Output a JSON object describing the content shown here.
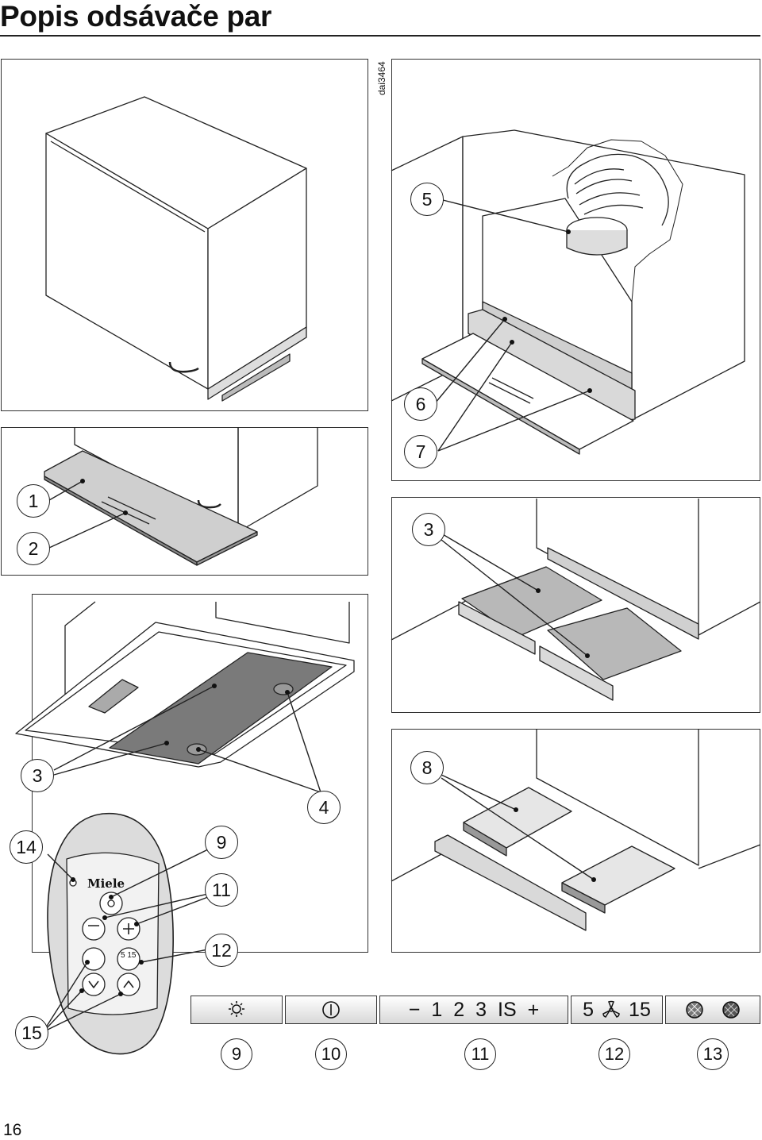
{
  "title": "Popis odsávače par",
  "drawing_code": "dai3464",
  "page_number": "16",
  "callouts": {
    "c1": "1",
    "c2": "2",
    "c3a": "3",
    "c3b": "3",
    "c4": "4",
    "c5": "5",
    "c6": "6",
    "c7": "7",
    "c8": "8",
    "c9": "9",
    "c11": "11",
    "c12": "12",
    "c14": "14",
    "c15": "15"
  },
  "remote": {
    "brand": "Miele",
    "fan_levels": "5 15"
  },
  "control_strip": {
    "light_icon": "light-icon",
    "power_icon": "power-icon",
    "fan_minus": "−",
    "fan_levels": [
      "1",
      "2",
      "3",
      "IS"
    ],
    "fan_plus": "+",
    "timer_left": "5",
    "timer_right": "15",
    "filter_icons": [
      "grease-filter-icon",
      "odour-filter-icon"
    ]
  },
  "legend_numbers": [
    "9",
    "10",
    "11",
    "12",
    "13"
  ],
  "colors": {
    "line": "#222222",
    "panel_fill": "#ffffff",
    "shade": "#c8c8c8",
    "dark_shade": "#8a8a8a"
  }
}
